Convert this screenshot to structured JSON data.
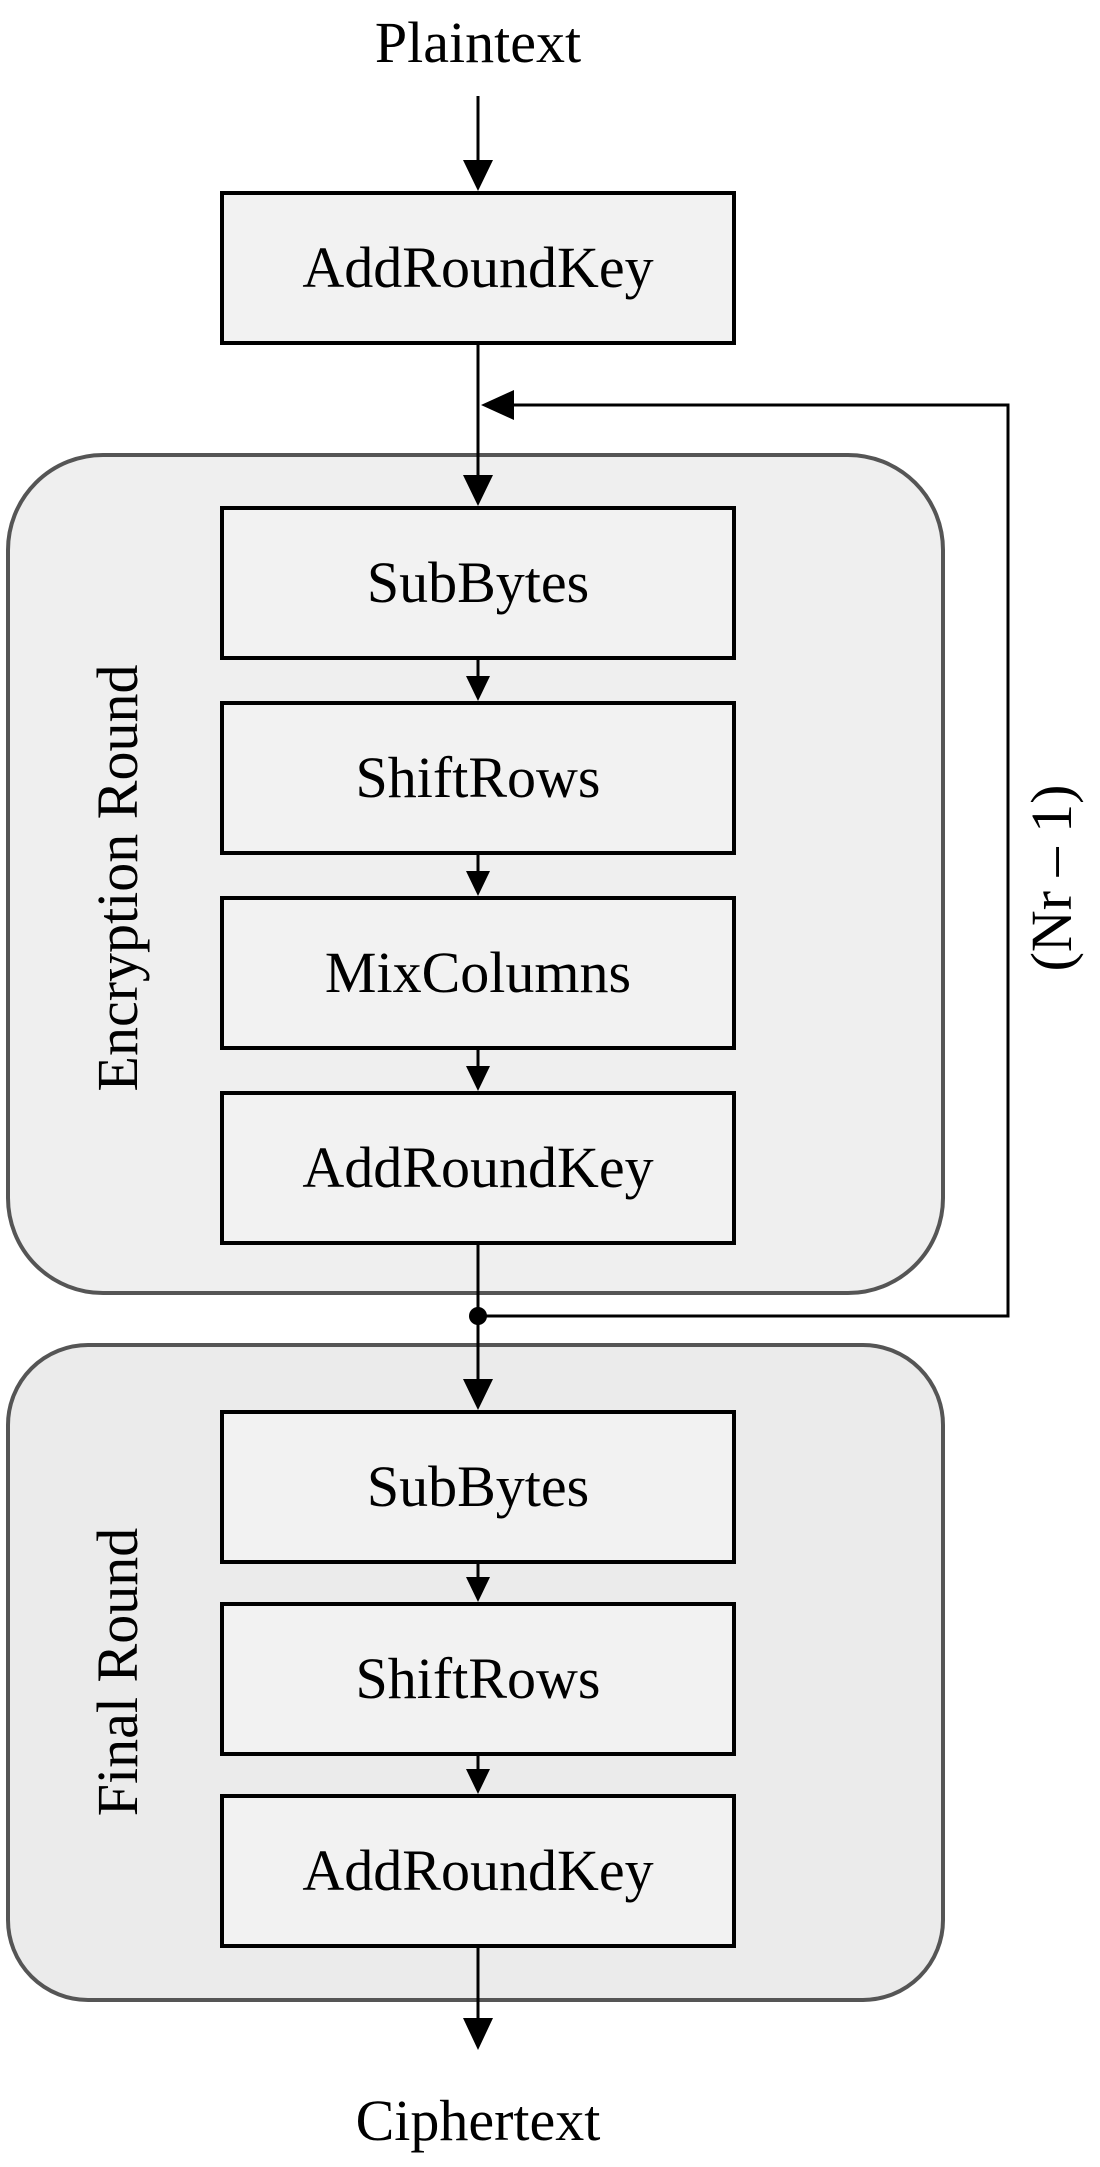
{
  "input_label": "Plaintext",
  "output_label": "Ciphertext",
  "initial_step": "AddRoundKey",
  "encryption_round": {
    "label": "Encryption Round",
    "steps": [
      "SubBytes",
      "ShiftRows",
      "MixColumns",
      "AddRoundKey"
    ]
  },
  "loop_label": "(Nr – 1)",
  "final_round": {
    "label": "Final Round",
    "steps": [
      "SubBytes",
      "ShiftRows",
      "AddRoundKey"
    ]
  },
  "colors": {
    "stroke": "#000000",
    "box_fill": "#f2f2f2",
    "round_fill": "#efefef",
    "round_stroke": "#555555"
  }
}
